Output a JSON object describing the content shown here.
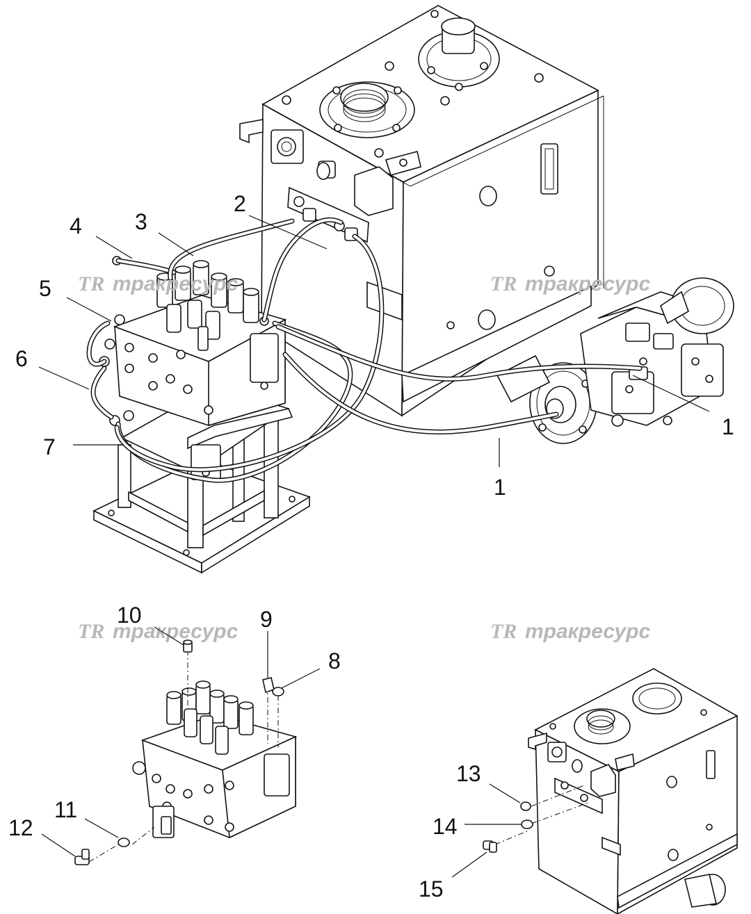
{
  "watermark": {
    "logo": "TR",
    "text": "тракресурс"
  },
  "callouts": [
    {
      "id": "1a",
      "label": "1"
    },
    {
      "id": "1b",
      "label": "1"
    },
    {
      "id": "2",
      "label": "2"
    },
    {
      "id": "3",
      "label": "3"
    },
    {
      "id": "4",
      "label": "4"
    },
    {
      "id": "5",
      "label": "5"
    },
    {
      "id": "6",
      "label": "6"
    },
    {
      "id": "7",
      "label": "7"
    },
    {
      "id": "8",
      "label": "8"
    },
    {
      "id": "9",
      "label": "9"
    },
    {
      "id": "10",
      "label": "10"
    },
    {
      "id": "11",
      "label": "11"
    },
    {
      "id": "12",
      "label": "12"
    },
    {
      "id": "13",
      "label": "13"
    },
    {
      "id": "14",
      "label": "14"
    },
    {
      "id": "15",
      "label": "15"
    }
  ]
}
